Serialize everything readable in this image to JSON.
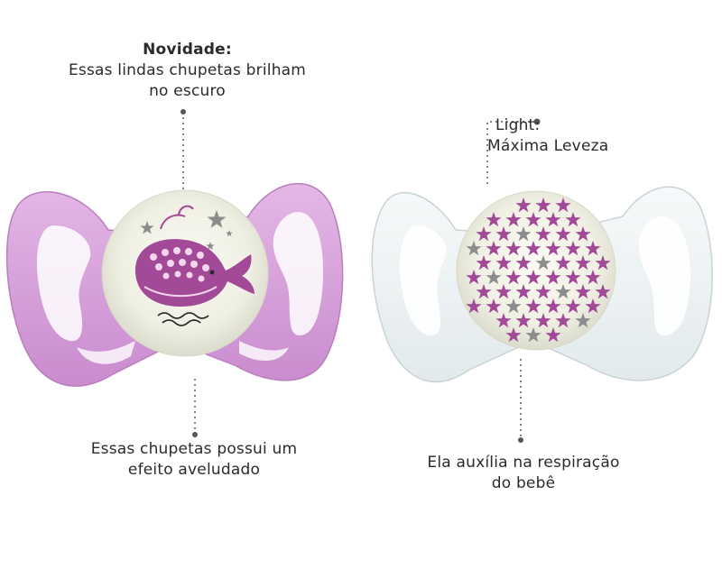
{
  "captions": {
    "top_left": {
      "heading": "Novidade:",
      "line1": "Essas lindas chupetas brilham",
      "line2": "no escuro"
    },
    "top_right": {
      "heading": "Light:",
      "line1": "Máxima Leveza"
    },
    "bottom_left": {
      "line1": "Essas chupetas possui um",
      "line2": "efeito aveludado"
    },
    "bottom_right": {
      "line1": "Ela auxília na respiração",
      "line2": "do bebê"
    }
  },
  "colors": {
    "pink_shield": "#d49ad8",
    "pink_accent": "#a24a97",
    "clear_shield": "#e8eef0",
    "glow_button": "#efefe4",
    "star_gray": "#8c8c8c",
    "leader_line": "#7a7a7a"
  },
  "icons": [
    "whale-icon",
    "star-icon",
    "wave-icon"
  ]
}
